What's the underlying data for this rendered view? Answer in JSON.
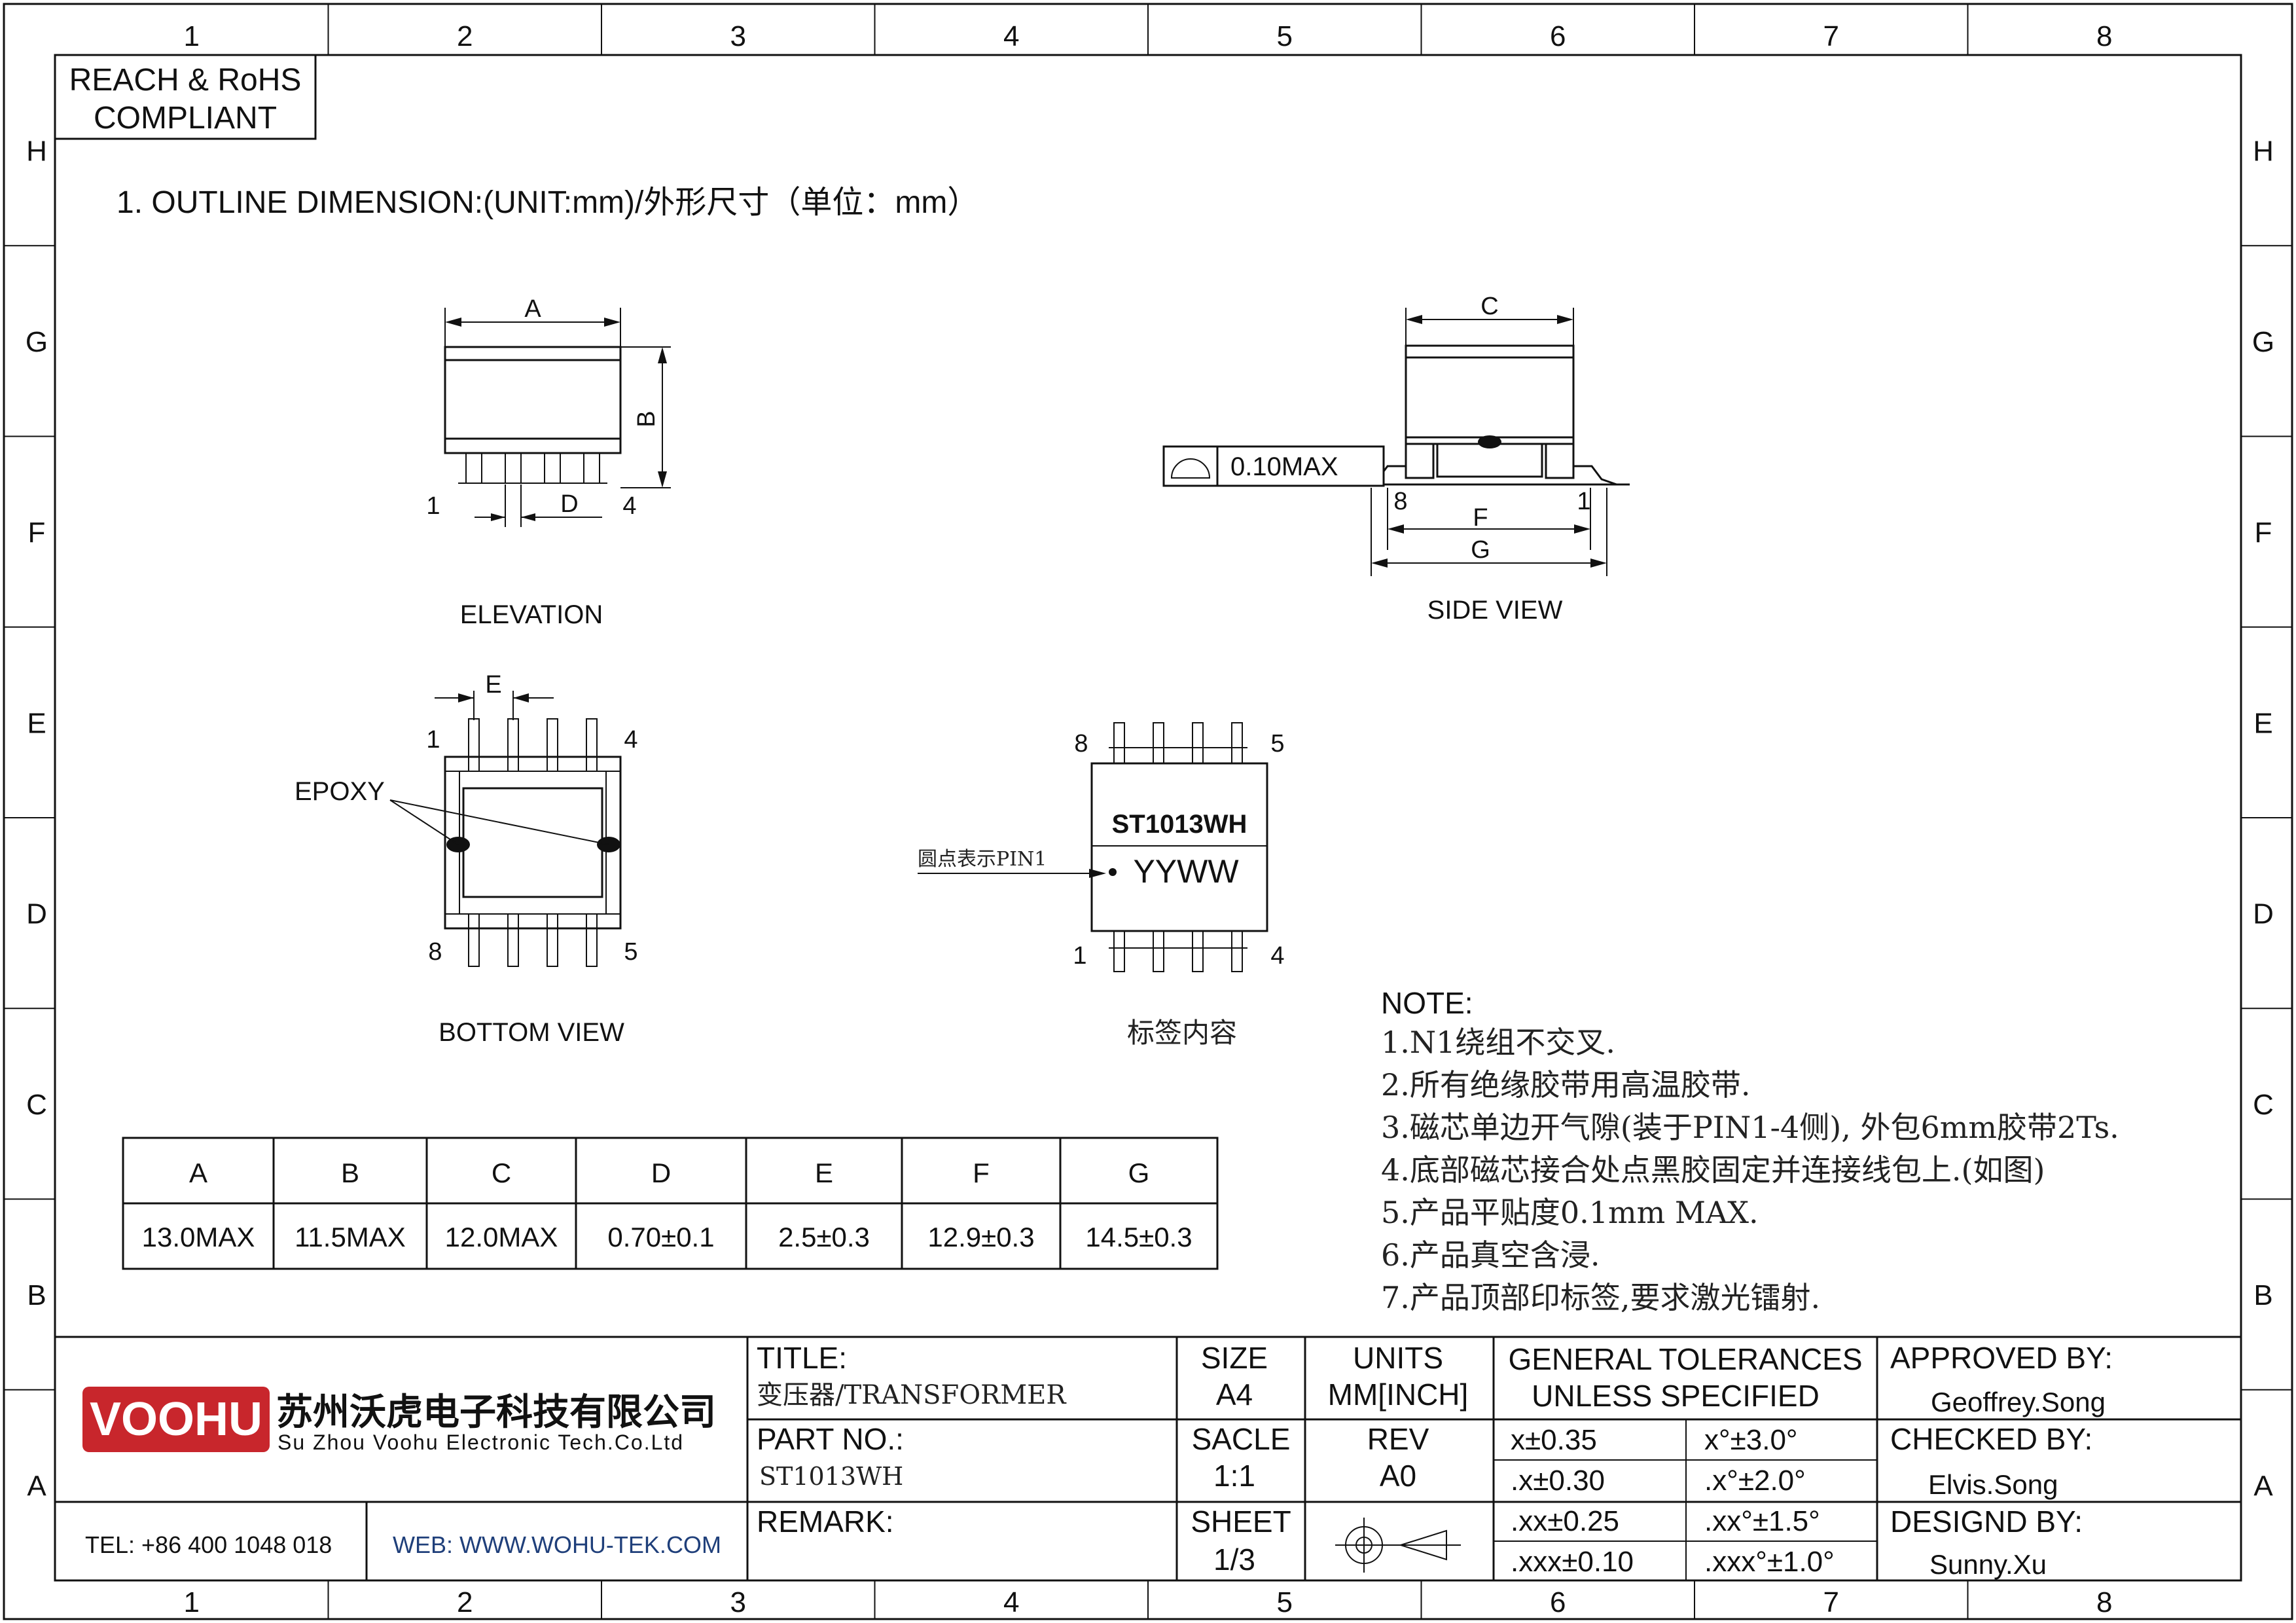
{
  "compliance": {
    "line1": "REACH & RoHS",
    "line2": "COMPLIANT"
  },
  "frame": {
    "columns": [
      "1",
      "2",
      "3",
      "4",
      "5",
      "6",
      "7",
      "8"
    ],
    "rows": [
      "H",
      "G",
      "F",
      "E",
      "D",
      "C",
      "B",
      "A"
    ]
  },
  "heading": "1. OUTLINE DIMENSION:(UNIT:mm)/外形尺寸（单位：mm）",
  "elevation": {
    "caption": "ELEVATION",
    "dim_a": "A",
    "dim_b": "B",
    "dim_d": "D",
    "pin_left": "1",
    "pin_right": "4"
  },
  "side_view": {
    "caption": "SIDE VIEW",
    "dim_c": "C",
    "dim_f": "F",
    "dim_g": "G",
    "pin_left": "8",
    "pin_right": "1",
    "flatness": "0.10MAX"
  },
  "bottom_view": {
    "caption": "BOTTOM VIEW",
    "dim_e": "E",
    "epoxy": "EPOXY",
    "pin_tl": "1",
    "pin_tr": "4",
    "pin_bl": "8",
    "pin_br": "5"
  },
  "label_view": {
    "caption": "标签内容",
    "part": "ST1013WH",
    "datecode": "YYWW",
    "pin1_note": "圆点表示PIN1",
    "pin_tl": "8",
    "pin_tr": "5",
    "pin_bl": "1",
    "pin_br": "4"
  },
  "dim_table": {
    "headers": [
      "A",
      "B",
      "C",
      "D",
      "E",
      "F",
      "G"
    ],
    "values": [
      "13.0MAX",
      "11.5MAX",
      "12.0MAX",
      "0.70±0.1",
      "2.5±0.3",
      "12.9±0.3",
      "14.5±0.3"
    ]
  },
  "notes": {
    "title": "NOTE:",
    "items": [
      "1.N1绕组不交叉.",
      "2.所有绝缘胶带用高温胶带.",
      "3.磁芯单边开气隙(装于PIN1-4侧), 外包6mm胶带2Ts.",
      "4.底部磁芯接合处点黑胶固定并连接线包上.(如图)",
      "5.产品平贴度0.1mm MAX.",
      "6.产品真空含浸.",
      "7.产品顶部印标签,要求激光镭射."
    ]
  },
  "title_block": {
    "logo": "VOOHU",
    "company_cn": "苏州沃虎电子科技有限公司",
    "company_en": "Su Zhou Voohu Electronic Tech.Co.Ltd",
    "tel": "TEL: +86 400 1048 018",
    "web": "WEB: WWW.WOHU-TEK.COM",
    "title_label": "TITLE:",
    "title_value": "变压器/TRANSFORMER",
    "part_label": "PART NO.:",
    "part_value": "ST1013WH",
    "remark_label": "REMARK:",
    "size_label": "SIZE",
    "size_value": "A4",
    "scale_label": "SACLE",
    "scale_value": "1:1",
    "sheet_label": "SHEET",
    "sheet_value": "1/3",
    "units_label": "UNITS",
    "units_value": "MM[INCH]",
    "rev_label": "REV",
    "rev_value": "A0",
    "tol_title1": "GENERAL TOLERANCES",
    "tol_title2": "UNLESS SPECIFIED",
    "tol": [
      [
        "x±0.35",
        "x°±3.0°"
      ],
      [
        ".x±0.30",
        ".x°±2.0°"
      ],
      [
        ".xx±0.25",
        ".xx°±1.5°"
      ],
      [
        ".xxx±0.10",
        ".xxx°±1.0°"
      ]
    ],
    "approved_label": "APPROVED BY:",
    "approved_value": "Geoffrey.Song",
    "checked_label": "CHECKED BY:",
    "checked_value": "Elvis.Song",
    "designed_label": "DESIGND BY:",
    "designed_value": "Sunny.Xu"
  },
  "colors": {
    "logo_red": "#c8262c",
    "line": "#111111",
    "web_blue": "#1f3f7a"
  }
}
